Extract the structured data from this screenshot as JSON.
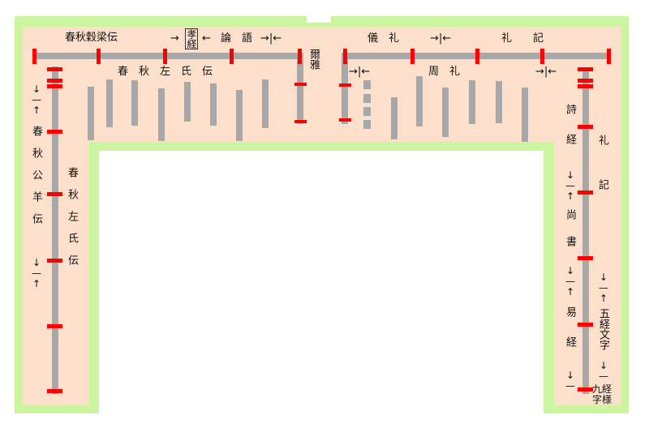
{
  "colors": {
    "lawn": "#ccf5a0",
    "floor": "#fde0cc",
    "wall": "#a8a8a8",
    "marker": "#ff0000"
  },
  "labels": {
    "chunqiu_guliang": "春秋穀梁伝",
    "xiaojing": "孝経",
    "lunyu": "論　語",
    "erya": "爾雅",
    "zuoshi_top": "春　秋　左　氏　伝",
    "yili": "儀　礼",
    "liji_top": "礼　　記",
    "zhouli": "周　礼",
    "gongyang": "春秋公羊伝",
    "zuoshi_left": "春秋左氏伝",
    "shijing": "詩経",
    "liji_right": "礼記",
    "shangshu": "尚書",
    "yijing": "易経",
    "wujing_wenzi": "五経文字",
    "jiujing_ziyang": "九経字様"
  },
  "marks": {
    "boundary": "→|←",
    "arrow_right": "→",
    "arrow_left": "←",
    "span_down": "↓",
    "span_up": "↑",
    "bar": "—"
  }
}
